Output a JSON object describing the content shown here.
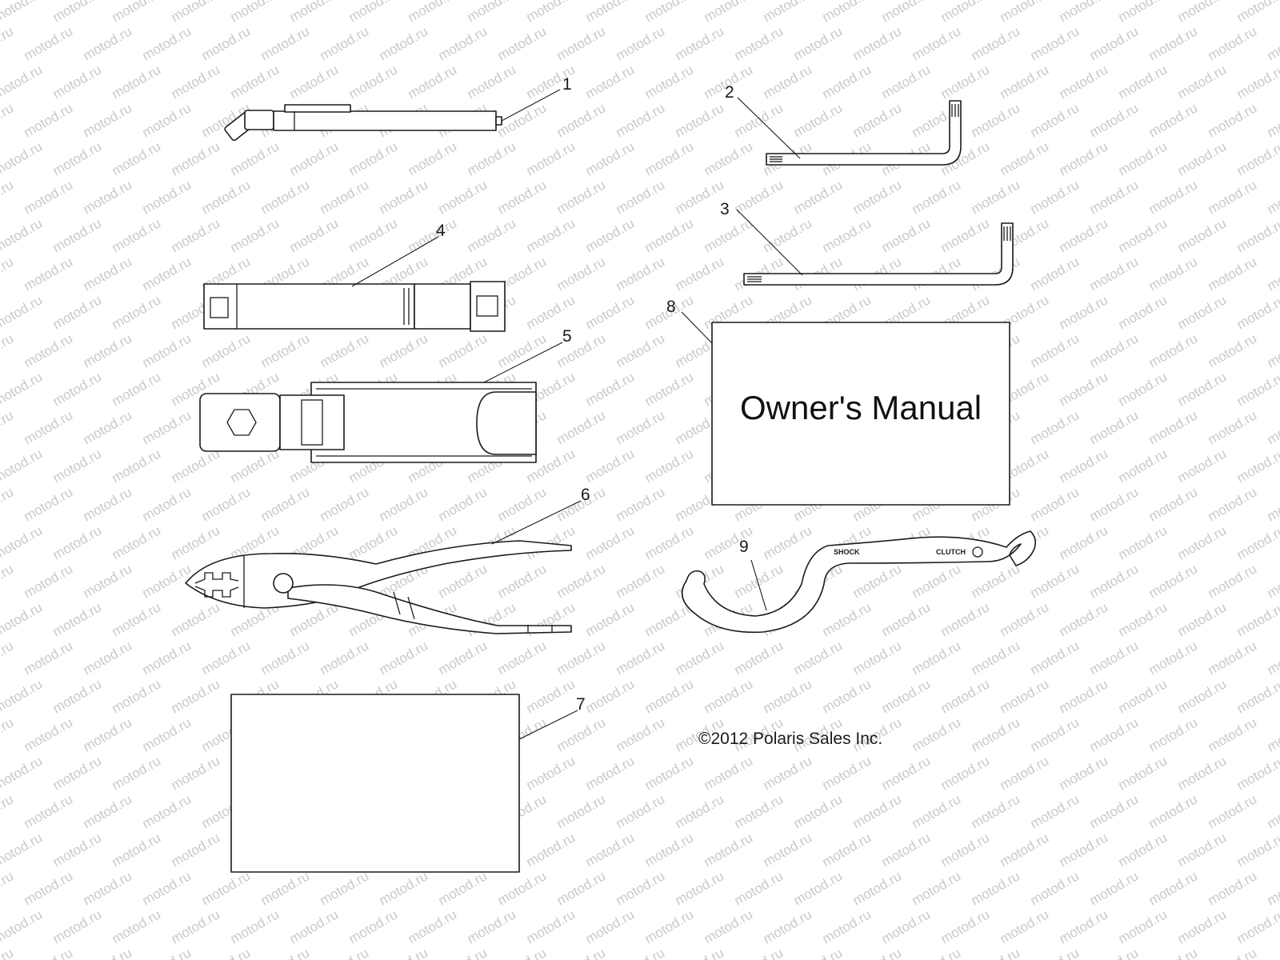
{
  "watermark": {
    "text": "motod.ru"
  },
  "callouts": [
    "1",
    "2",
    "3",
    "4",
    "5",
    "6",
    "7",
    "8",
    "9"
  ],
  "manual": {
    "title": "Owner's Manual"
  },
  "spanner": {
    "label_shock": "SHOCK",
    "label_clutch": "CLUTCH"
  },
  "copyright": "©2012 Polaris Sales Inc.",
  "colors": {
    "line": "#1a1a1a",
    "watermark": "#c9c9c9",
    "background": "#ffffff"
  }
}
